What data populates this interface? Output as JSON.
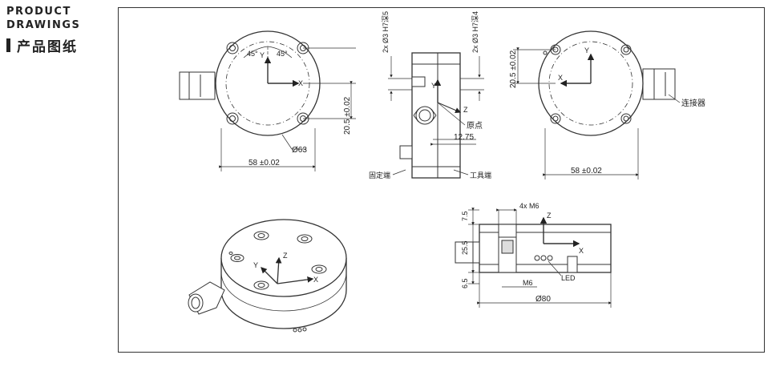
{
  "header": {
    "title_en_line1": "PRODUCT",
    "title_en_line2": "DRAWINGS",
    "title_cn": "产品图纸"
  },
  "top_view_left": {
    "angle_a": "45°",
    "angle_b": "45°",
    "axis_y": "Y",
    "axis_x": "X",
    "diameter": "Ø63",
    "width_dim": "58  ±0.02",
    "height_dim": "20.5  ±0.02"
  },
  "side_view": {
    "hole_top": "2x Ø3  H7深5",
    "hole_right": "2x Ø3  H7深4",
    "axis_y": "Y",
    "axis_z": "Z",
    "origin_label": "原点",
    "dim": "12.75",
    "fixed_end": "固定端",
    "tool_end": "工具端"
  },
  "top_view_right": {
    "axis_y": "Y",
    "axis_x": "X",
    "height_dim": "20.5  ±0.02",
    "connector": "连接器",
    "width_dim": "58  ±0.02"
  },
  "iso_view": {
    "axis_y": "Y",
    "axis_z": "Z",
    "axis_x": "X"
  },
  "front_section": {
    "thread_top": "4x  M6",
    "axis_z": "Z",
    "axis_x": "X",
    "dim_7_5": "7.5",
    "dim_25_5": "25.5",
    "dim_6_5": "6.5",
    "thread_bottom": "M6",
    "led": "LED",
    "diameter": "Ø80"
  }
}
